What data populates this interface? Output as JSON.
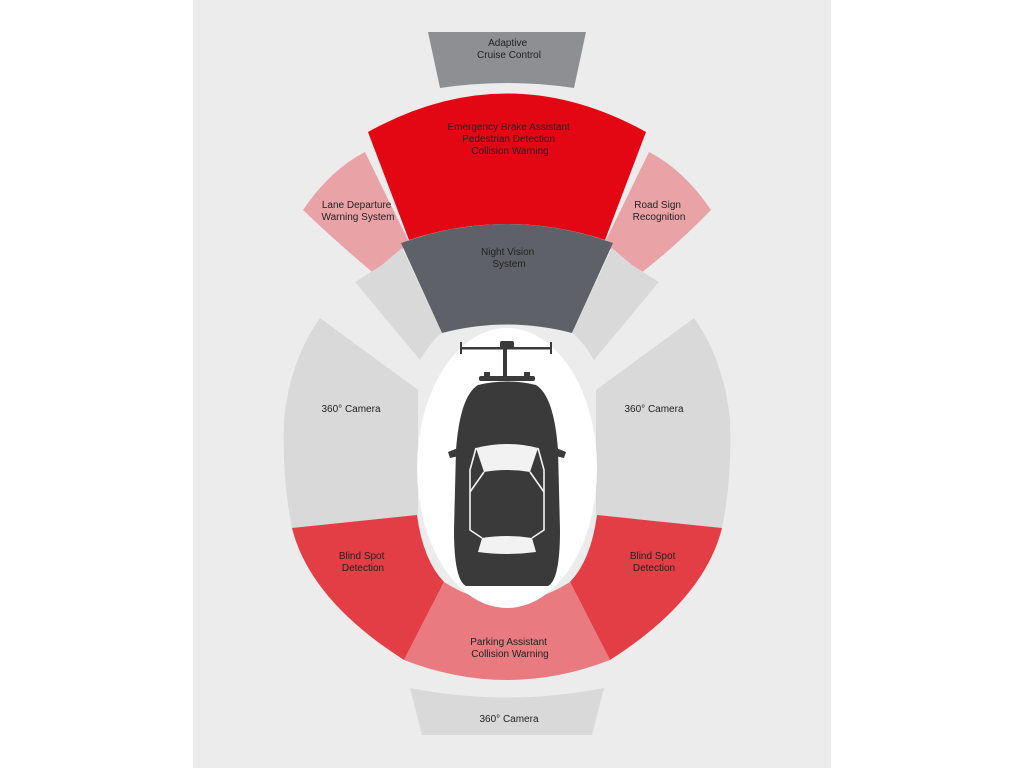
{
  "colors": {
    "background": "#ececec",
    "gray": "#8d8f92",
    "dark_gray": "#5e6268",
    "red": "#e30613",
    "light_red": "#e9a3a7",
    "medium_red": "#e33d46",
    "pink": "#e87a80",
    "light_gray": "#d9d9da",
    "car": "#3a3a3a"
  },
  "zones": {
    "adaptive_cruise": [
      "Adaptive",
      "Cruise Control"
    ],
    "emergency_brake": [
      "Emergency Brake Assistant",
      "Pedestrian Detection",
      "Collision Warning"
    ],
    "lane_departure": [
      "Lane Departure",
      "Warning System"
    ],
    "road_sign": [
      "Road Sign",
      "Recognition"
    ],
    "night_vision": [
      "Night  Vision",
      "System"
    ],
    "camera_left": [
      "360° Camera"
    ],
    "camera_right": [
      "360° Camera"
    ],
    "blind_spot_left": [
      "Blind Spot",
      "Detection"
    ],
    "blind_spot_right": [
      "Blind Spot",
      "Detection"
    ],
    "parking_assistant": [
      "Parking Assistant",
      "Collision Warning"
    ],
    "camera_rear": [
      "360° Camera"
    ]
  }
}
